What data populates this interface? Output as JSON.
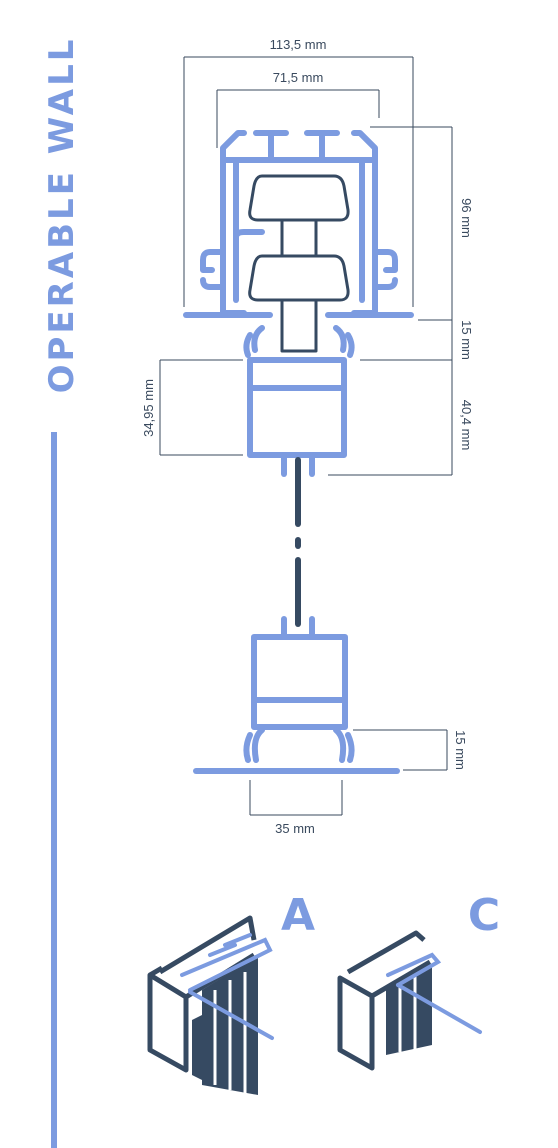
{
  "title": "OPERABLE WALL",
  "dimensions": {
    "width_outer": "113,5 mm",
    "width_inner": "71,5 mm",
    "height_top": "96 mm",
    "gap_top": "15 mm",
    "carriage_height": "40,4 mm",
    "carriage_left": "34,95 mm",
    "gap_bottom": "15 mm",
    "bottom_width": "35 mm"
  },
  "variants": {
    "a": "A",
    "c": "C"
  },
  "colors": {
    "accent": "#7c9be0",
    "dark": "#364a62",
    "dim_line": "#3a4a5e"
  }
}
